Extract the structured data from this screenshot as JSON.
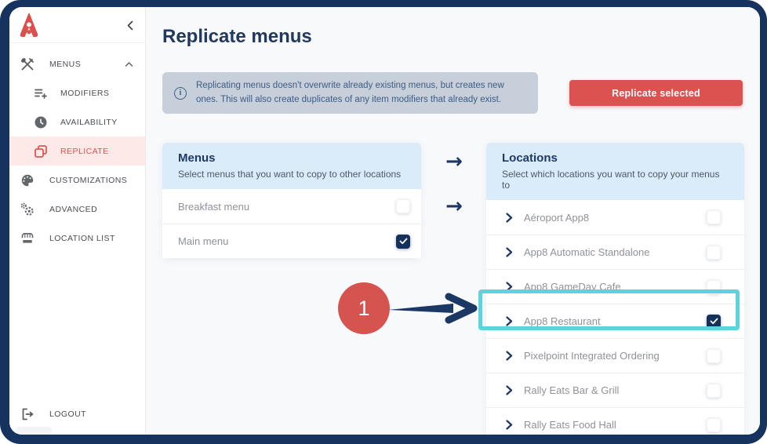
{
  "colors": {
    "frame_navy": "#16325E",
    "accent_red": "#DB5250",
    "navy_text": "#21395F",
    "panel_header_blue": "#DAEBFA",
    "info_banner_bg": "#C6CFDA",
    "teal_highlight": "#5FD3DC",
    "checkbox_checked": "#16305C"
  },
  "icons": {
    "arrow_right": "→",
    "info": "i"
  },
  "sidebar": {
    "items": [
      {
        "label": "MENUS",
        "icon": "utensils-icon",
        "level": 0,
        "expanded": true,
        "active": false
      },
      {
        "label": "MODIFIERS",
        "icon": "list-plus-icon",
        "level": 1,
        "active": false
      },
      {
        "label": "AVAILABILITY",
        "icon": "clock-icon",
        "level": 1,
        "active": false
      },
      {
        "label": "REPLICATE",
        "icon": "copy-icon",
        "level": 1,
        "active": true
      },
      {
        "label": "CUSTOMIZATIONS",
        "icon": "palette-icon",
        "level": 0,
        "active": false
      },
      {
        "label": "ADVANCED",
        "icon": "gears-icon",
        "level": 0,
        "active": false
      },
      {
        "label": "LOCATION LIST",
        "icon": "storefront-icon",
        "level": 0,
        "active": false
      }
    ],
    "logout_label": "LOGOUT"
  },
  "header": {
    "title": "Replicate menus"
  },
  "info_banner": {
    "text": "Replicating menus doesn't overwrite already existing menus, but creates new ones. This will also create duplicates of any item modifiers that already exist."
  },
  "actions": {
    "replicate_button": "Replicate selected"
  },
  "menus_panel": {
    "title": "Menus",
    "subtitle": "Select menus that you want to copy to other locations",
    "items": [
      {
        "label": "Breakfast menu",
        "checked": false
      },
      {
        "label": "Main menu",
        "checked": true
      }
    ]
  },
  "locations_panel": {
    "title": "Locations",
    "subtitle": "Select which locations you want to copy your menus to",
    "items": [
      {
        "label": "Aéroport App8",
        "checked": false
      },
      {
        "label": "App8 Automatic Standalone",
        "checked": false
      },
      {
        "label": "App8 GameDay Cafe",
        "checked": false
      },
      {
        "label": "App8 Restaurant",
        "checked": true,
        "highlighted": true
      },
      {
        "label": "Pixelpoint Integrated Ordering",
        "checked": false
      },
      {
        "label": "Rally Eats Bar & Grill",
        "checked": false
      },
      {
        "label": "Rally Eats Food Hall",
        "checked": false
      }
    ]
  },
  "annotation": {
    "step_number": "1"
  }
}
